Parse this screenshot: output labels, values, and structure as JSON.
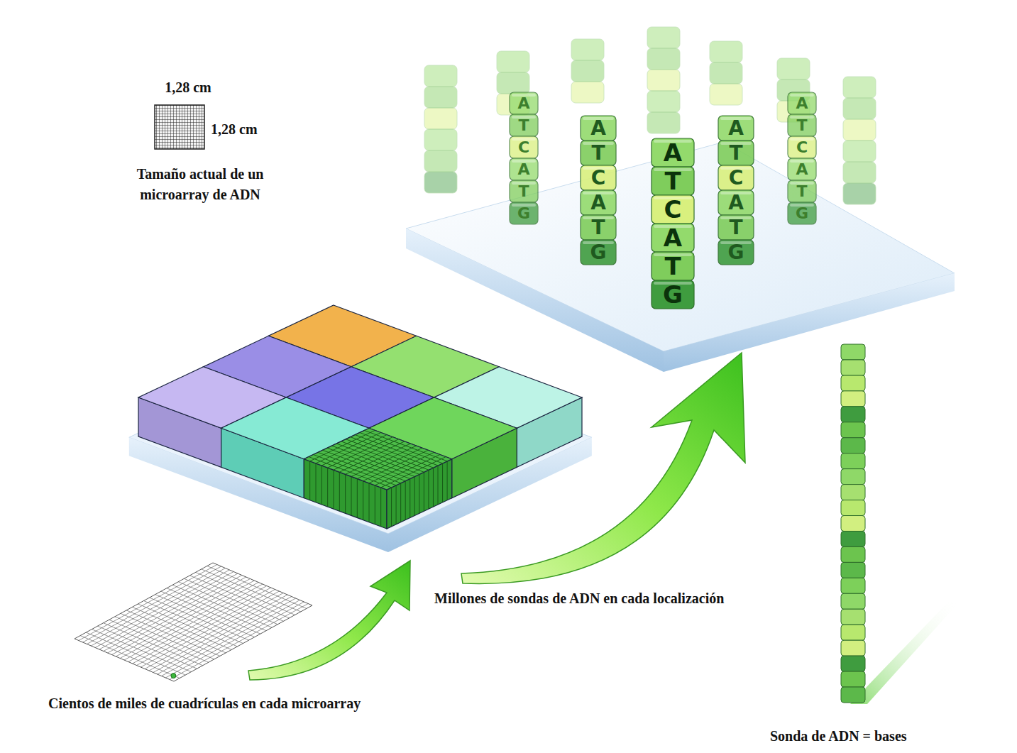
{
  "diagram": {
    "labels": [
      "1,28 cm",
      "1,28 cm",
      "Tamaño actual de un microarray de ADN",
      "A",
      "T",
      "C",
      "A",
      "T",
      "G",
      "A",
      "T",
      "C",
      "A",
      "T",
      "G",
      "A",
      "T",
      "C",
      "A",
      "T",
      "G",
      "A",
      "T",
      "C",
      "A",
      "T",
      "G",
      "A",
      "T",
      "C",
      "A",
      "T",
      "G",
      "Millones de sondas de ADN en cada localización",
      "Cientos de miles de cuadrículas en cada microarray",
      "Sonda de ADN = bases"
    ]
  }
}
